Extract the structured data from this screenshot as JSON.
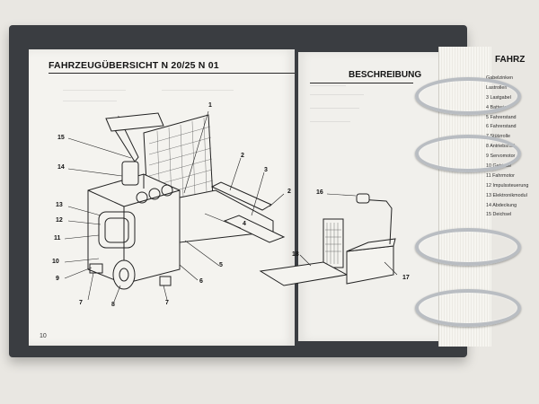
{
  "left_page": {
    "title": "FAHRZEUGÜBERSICHT N 20/25 N 01",
    "page_number": "10",
    "callouts": [
      "1",
      "2",
      "3",
      "4",
      "5",
      "6",
      "7",
      "8",
      "9",
      "10",
      "11",
      "12",
      "13",
      "14",
      "15"
    ]
  },
  "right_page": {
    "title": "BESCHREIBUNG",
    "callouts": [
      "16",
      "17",
      "18"
    ]
  },
  "next_page": {
    "title": "FAHRZ",
    "index_items": [
      "Gabelzinken",
      "Lastrollen",
      "3 Lastgabel",
      "4 Batterie",
      "5 Fahrerstand",
      "6 Fahrerstand",
      "7 Stützrolle",
      "8 Antriebsrad",
      "9 Servomotor",
      "10 Getriebe",
      "11 Fahrmotor",
      "12 Impulssteuerung",
      "13 Elektronikmodul",
      "14 Abdeckung",
      "15 Deichsel"
    ]
  },
  "colors": {
    "binder": "#3a3d41",
    "paper": "#f4f3ef",
    "ring": "#b9bdc2"
  }
}
